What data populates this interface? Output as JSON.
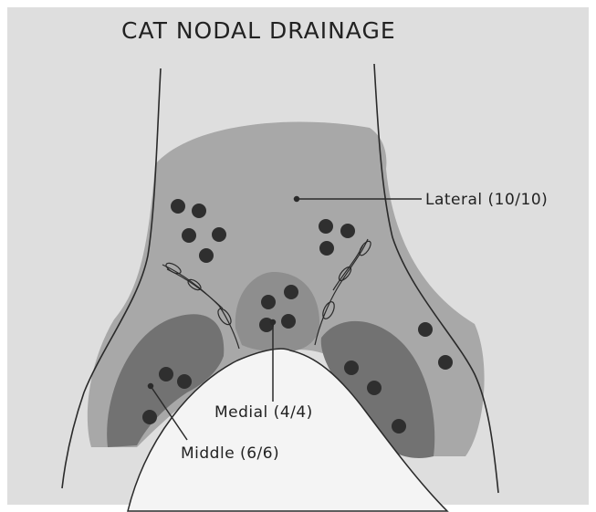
{
  "title": "CAT NODAL DRAINAGE",
  "labels": {
    "lateral": "Lateral (10/10)",
    "medial": "Medial (4/4)",
    "middle": "Middle (6/6)"
  },
  "colors": {
    "paper": "#dddddd",
    "lateral_zone": "#a9a9a9",
    "medial_zone": "#8f8f8f",
    "middle_zone": "#737373",
    "node": "#2f2f2f",
    "line": "#2a2a2a",
    "skin": "#f4f4f4"
  }
}
